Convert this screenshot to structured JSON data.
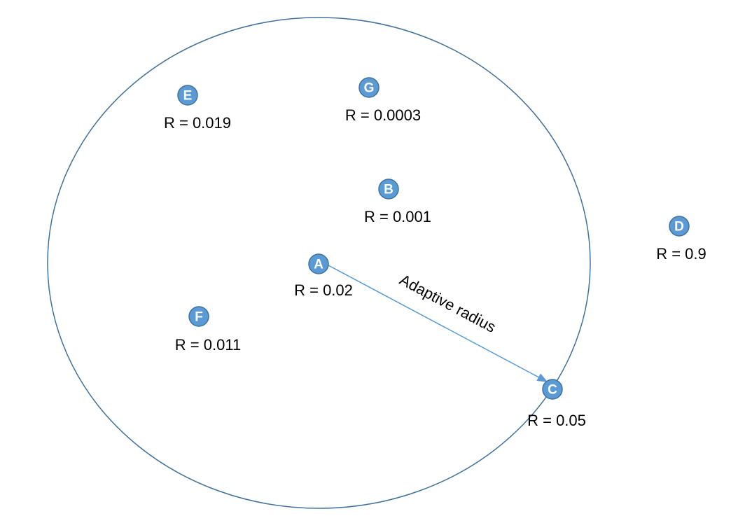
{
  "colors": {
    "node_fill": "#5b9bd5",
    "node_stroke": "#41719c",
    "ellipse_stroke": "#41719c",
    "arrow": "#5b9bd5"
  },
  "arrow_label": "Adaptive radius",
  "nodes": [
    {
      "id": "E",
      "label": "R = 0.019"
    },
    {
      "id": "G",
      "label": "R = 0.0003"
    },
    {
      "id": "B",
      "label": "R = 0.001"
    },
    {
      "id": "D",
      "label": "R = 0.9"
    },
    {
      "id": "A",
      "label": "R = 0.02"
    },
    {
      "id": "F",
      "label": "R = 0.011"
    },
    {
      "id": "C",
      "label": "R = 0.05"
    }
  ]
}
